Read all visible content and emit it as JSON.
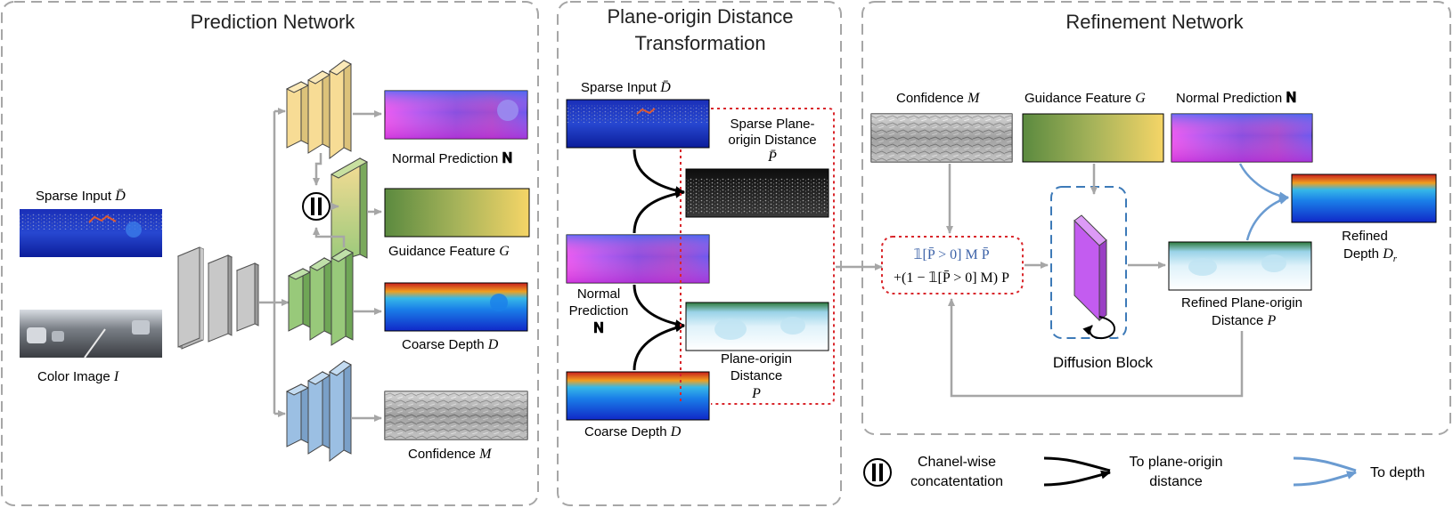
{
  "panels": {
    "prediction": {
      "title": "Prediction Network"
    },
    "transform": {
      "title_line1": "Plane-origin Distance",
      "title_line2": "Transformation"
    },
    "refinement": {
      "title": "Refinement Network"
    }
  },
  "prediction": {
    "sparse_input": {
      "text": "Sparse Input",
      "symbol": "D̄"
    },
    "color_image": {
      "text": "Color Image",
      "symbol": "I"
    },
    "normal_prediction": {
      "text": "Normal Prediction",
      "symbol": "𝐍"
    },
    "guidance_feature": {
      "text": "Guidance Feature",
      "symbol": "G"
    },
    "coarse_depth": {
      "text": "Coarse Depth",
      "symbol": "D"
    },
    "confidence": {
      "text": "Confidence",
      "symbol": "M"
    }
  },
  "transform": {
    "sparse_input": {
      "text": "Sparse Input",
      "symbol": "D̄"
    },
    "sparse_pod": {
      "line1": "Sparse Plane-",
      "line2": "origin Distance",
      "symbol": "P̄"
    },
    "normal_prediction": {
      "line1": "Normal",
      "line2": "Prediction",
      "symbol": "𝐍"
    },
    "pod": {
      "line1": "Plane-origin",
      "line2": "Distance",
      "symbol": "P"
    },
    "coarse_depth": {
      "text": "Coarse Depth",
      "symbol": "D"
    }
  },
  "refinement": {
    "confidence": {
      "text": "Confidence",
      "symbol": "M"
    },
    "guidance_feature": {
      "text": "Guidance Feature",
      "symbol": "G"
    },
    "normal_prediction": {
      "text": "Normal Prediction",
      "symbol": "𝐍"
    },
    "formula_line1": "𝟙[P̄ > 0] M P̄",
    "formula_line2": "+(1 − 𝟙[P̄ > 0] M) P",
    "diffusion_block": "Diffusion Block",
    "refined_pod": {
      "line1": "Refined Plane-origin",
      "line2": "Distance",
      "symbol": "P"
    },
    "refined_depth": {
      "line1": "Refined",
      "line2": "Depth",
      "symbol": "D",
      "subscript": "r"
    }
  },
  "legend": {
    "concat": {
      "line1": "Chanel-wise",
      "line2": "concatentation"
    },
    "to_pod": {
      "line1": "To plane-origin",
      "line2": "distance"
    },
    "to_depth": {
      "text": "To depth"
    }
  },
  "colors": {
    "panel_border": "#a6a6a6",
    "arrow_gray": "#a6a6a6",
    "arrow_black": "#000000",
    "arrow_blue": "#6a9bd1",
    "red_dotted": "#d9262b",
    "blue_dashed": "#3d7ab8",
    "layer_gray": "#c8c8c8",
    "layer_yellow": "#f7dc95",
    "layer_green": "#98c97a",
    "layer_blue": "#9bbfe3",
    "diffusion_purple": "#c35cf0",
    "formula_blue": "#3d63a8"
  }
}
